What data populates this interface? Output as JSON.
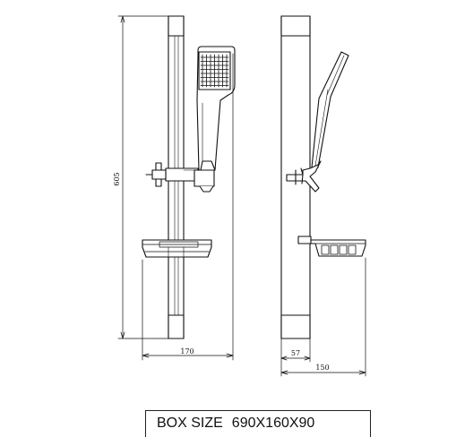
{
  "dimensions": {
    "height": "605",
    "front_width": "170",
    "side_offset": "57",
    "side_depth": "150"
  },
  "box_size": {
    "label": "BOX SIZE",
    "value": "690X160X90"
  }
}
